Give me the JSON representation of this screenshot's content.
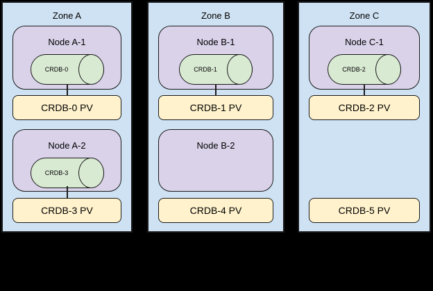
{
  "colors": {
    "background": "#000000",
    "zone_fill": "#cfe2f3",
    "node_fill": "#d9d2e9",
    "cylinder_fill": "#d9ead3",
    "pv_fill": "#fff2cc",
    "border": "#1a1a1a"
  },
  "zones": [
    {
      "title": "Zone A",
      "nodes": [
        {
          "label": "Node A-1",
          "cylinder": "CRDB-0"
        },
        {
          "label": "Node A-2",
          "cylinder": "CRDB-3"
        }
      ],
      "pvs": [
        "CRDB-0 PV",
        "CRDB-3 PV"
      ]
    },
    {
      "title": "Zone B",
      "nodes": [
        {
          "label": "Node B-1",
          "cylinder": "CRDB-1"
        },
        {
          "label": "Node B-2",
          "cylinder": null
        }
      ],
      "pvs": [
        "CRDB-1 PV",
        "CRDB-4 PV"
      ]
    },
    {
      "title": "Zone C",
      "nodes": [
        {
          "label": "Node C-1",
          "cylinder": "CRDB-2"
        }
      ],
      "pvs": [
        "CRDB-2 PV",
        "CRDB-5 PV"
      ]
    }
  ]
}
